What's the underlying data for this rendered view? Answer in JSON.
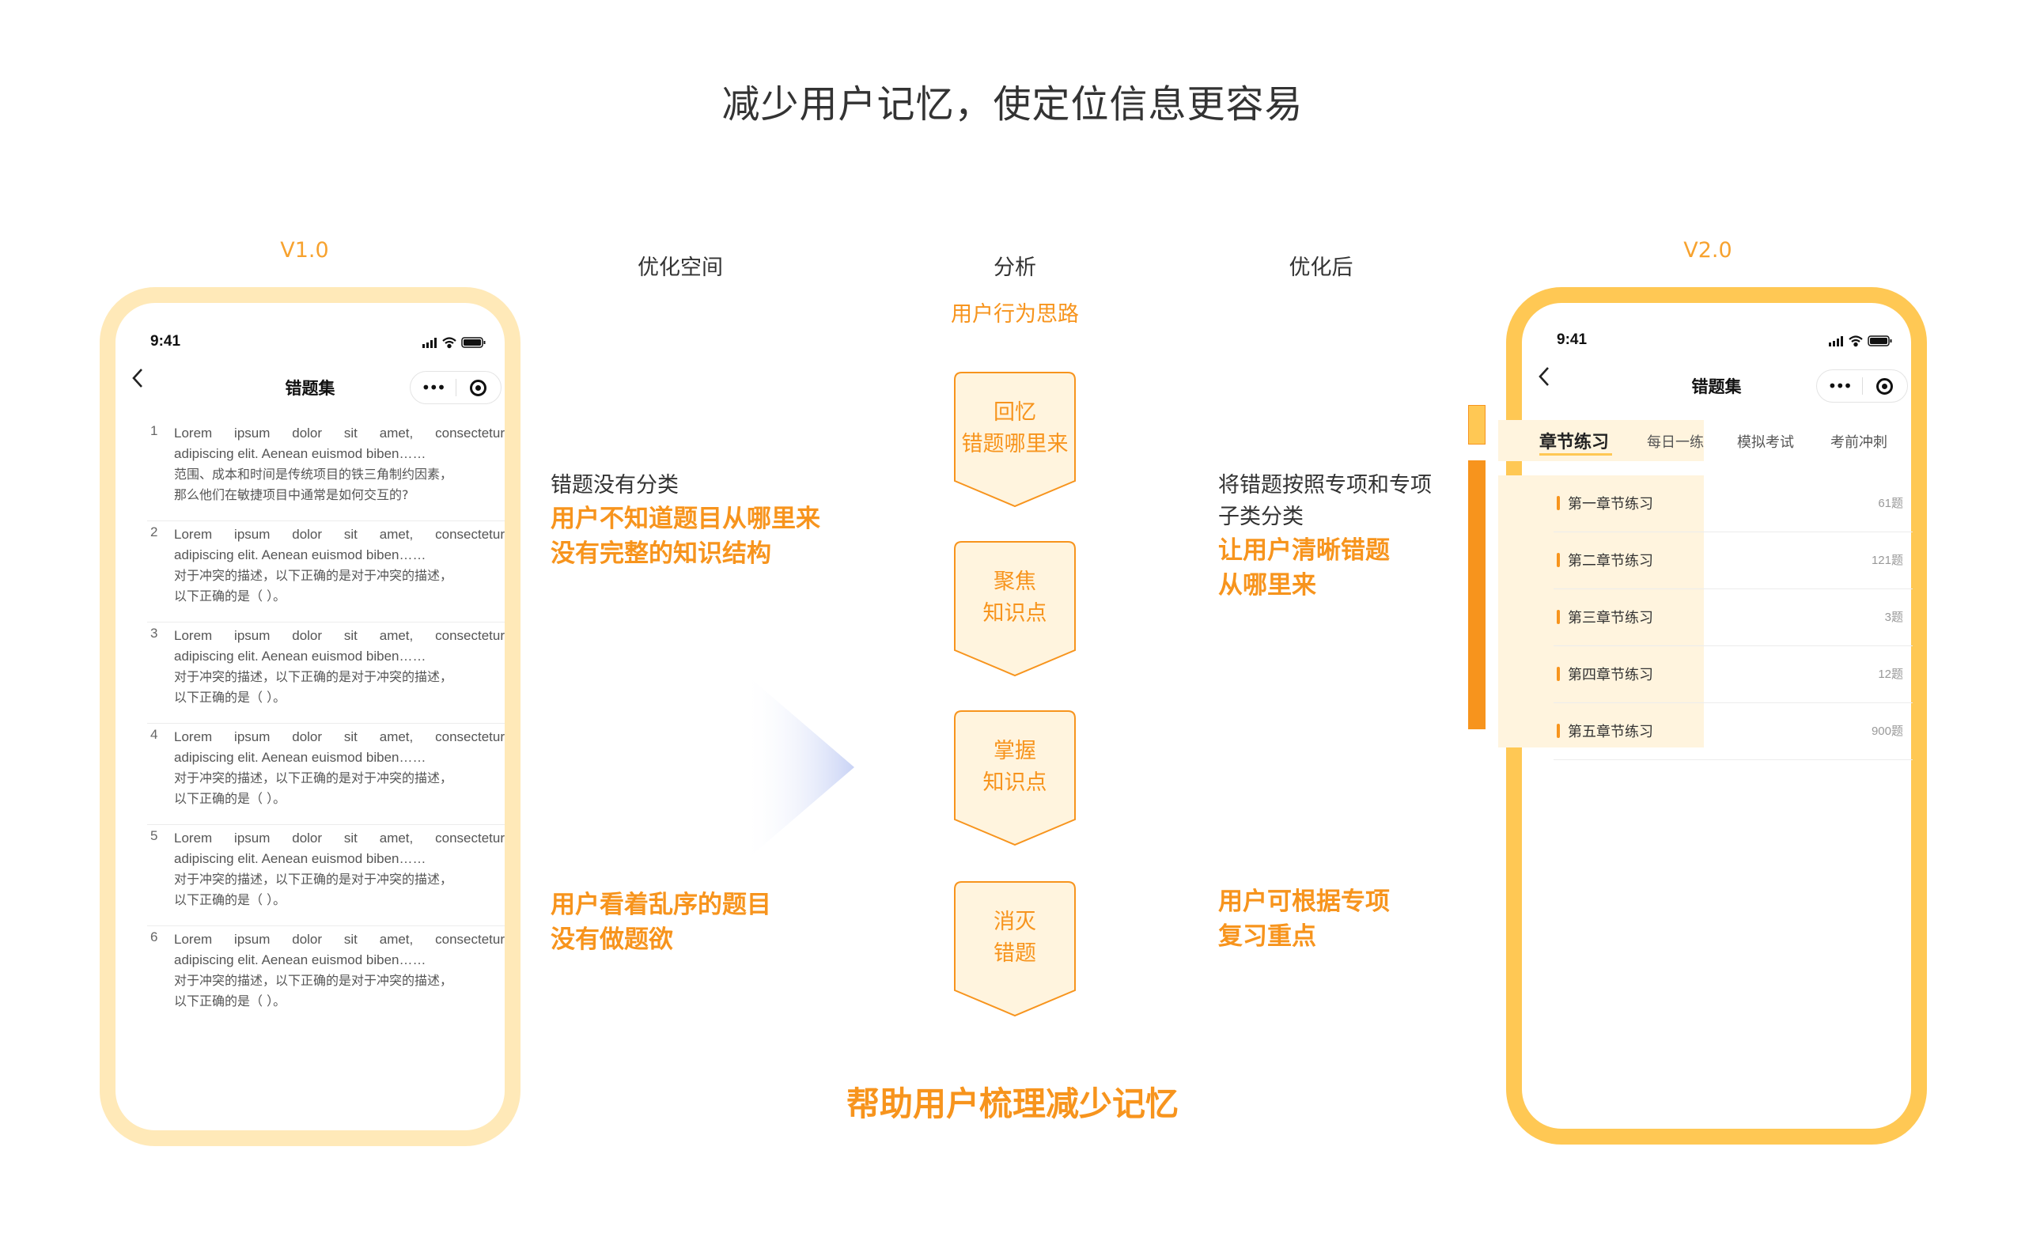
{
  "title": "减少用户记忆，使定位信息更容易",
  "headers": {
    "v1": "V1.0",
    "optimize_space": "优化空间",
    "analysis": "分析",
    "optimized": "优化后",
    "v2": "V2.0"
  },
  "analysis_subtitle": "用户行为思路",
  "phone_v1": {
    "time": "9:41",
    "nav_title": "错题集",
    "capsule_more": "•••",
    "questions": [
      {
        "num": "1",
        "en1": "Lorem ipsum dolor sit amet, consectetur",
        "en2": "adipiscing elit. Aenean euismod biben……",
        "cn1": "范围、成本和时间是传统项目的铁三角制约因素，",
        "cn2": "那么他们在敏捷项目中通常是如何交互的?"
      },
      {
        "num": "2",
        "en1": "Lorem ipsum dolor sit amet, consectetur",
        "en2": "adipiscing elit. Aenean euismod biben……",
        "cn1": "对于冲突的描述，以下正确的是对于冲突的描述，",
        "cn2": "以下正确的是（  ）。"
      },
      {
        "num": "3",
        "en1": "Lorem ipsum dolor sit amet, consectetur",
        "en2": "adipiscing elit. Aenean euismod biben……",
        "cn1": "对于冲突的描述，以下正确的是对于冲突的描述，",
        "cn2": "以下正确的是（  ）。"
      },
      {
        "num": "4",
        "en1": "Lorem ipsum dolor sit amet, consectetur",
        "en2": "adipiscing elit. Aenean euismod biben……",
        "cn1": "对于冲突的描述，以下正确的是对于冲突的描述，",
        "cn2": "以下正确的是（  ）。"
      },
      {
        "num": "5",
        "en1": "Lorem ipsum dolor sit amet, consectetur",
        "en2": "adipiscing elit. Aenean euismod biben……",
        "cn1": "对于冲突的描述，以下正确的是对于冲突的描述，",
        "cn2": "以下正确的是（  ）。"
      },
      {
        "num": "6",
        "en1": "Lorem ipsum dolor sit amet, consectetur",
        "en2": "adipiscing elit. Aenean euismod biben……",
        "cn1": "对于冲突的描述，以下正确的是对于冲突的描述，",
        "cn2": "以下正确的是（  ）。"
      }
    ]
  },
  "problems": {
    "p1_line1": "错题没有分类",
    "p1_line2": "用户不知道题目从哪里来",
    "p1_line3": "没有完整的知识结构",
    "p2_line1": "用户看着乱序的题目",
    "p2_line2": "没有做题欲"
  },
  "steps": [
    {
      "line1": "回忆",
      "line2": "错题哪里来"
    },
    {
      "line1": "聚焦",
      "line2": "知识点"
    },
    {
      "line1": "掌握",
      "line2": "知识点"
    },
    {
      "line1": "消灭",
      "line2": "错题"
    }
  ],
  "bottom_caption": "帮助用户梳理减少记忆",
  "solutions": {
    "s1_line1": "将错题按照专项和专项",
    "s1_line2": "子类分类",
    "s1_line3": "让用户清晰错题",
    "s1_line4": "从哪里来",
    "s2_line1": "用户可根据专项",
    "s2_line2": "复习重点"
  },
  "phone_v2": {
    "time": "9:41",
    "nav_title": "错题集",
    "capsule_more": "•••",
    "tabs": [
      "章节练习",
      "每日一练",
      "模拟考试",
      "考前冲刺"
    ],
    "chapters": [
      {
        "name": "第一章节练习",
        "count": "61题"
      },
      {
        "name": "第二章节练习",
        "count": "121题"
      },
      {
        "name": "第三章节练习",
        "count": "3题"
      },
      {
        "name": "第四章节练习",
        "count": "12题"
      },
      {
        "name": "第五章节练习",
        "count": "900题"
      }
    ]
  },
  "colors": {
    "accent_orange": "#F7941D",
    "v1_frame": "#FFE9B8",
    "v2_frame": "#FFC854",
    "highlight_fill": "#FFF4DE",
    "marker_dark": "#F7941D",
    "marker_light": "#FFC854"
  },
  "icons": [
    "back-chevron-icon",
    "more-dots-icon",
    "target-circle-icon",
    "signal-icon",
    "wifi-icon",
    "battery-icon",
    "arrow-right-icon"
  ]
}
